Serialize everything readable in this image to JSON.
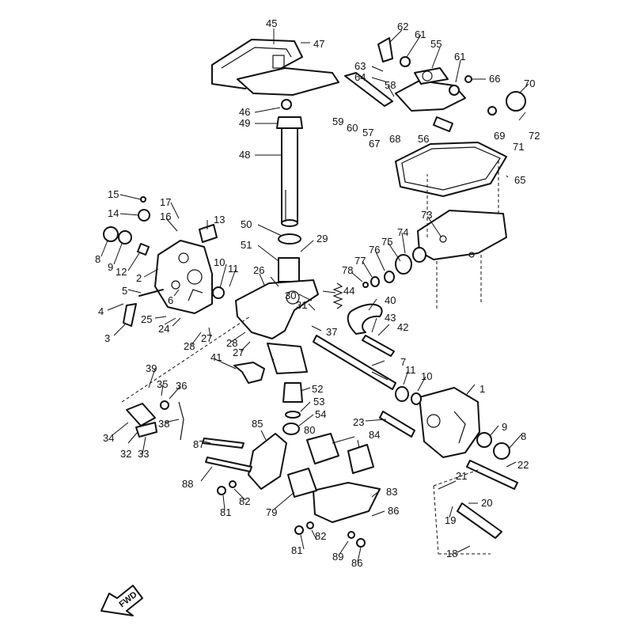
{
  "fwd_label": "FWD",
  "part_numbers": [
    "1",
    "2",
    "3",
    "4",
    "5",
    "6",
    "7",
    "8",
    "8",
    "9",
    "9",
    "10",
    "10",
    "11",
    "11",
    "12",
    "13",
    "14",
    "15",
    "16",
    "17",
    "18",
    "19",
    "20",
    "21",
    "22",
    "23",
    "24",
    "25",
    "26",
    "27",
    "27",
    "28",
    "28",
    "29",
    "30",
    "31",
    "32",
    "33",
    "34",
    "35",
    "36",
    "37",
    "38",
    "39",
    "40",
    "41",
    "42",
    "43",
    "44",
    "45",
    "46",
    "47",
    "48",
    "49",
    "50",
    "51",
    "52",
    "53",
    "54",
    "55",
    "56",
    "57",
    "58",
    "59",
    "60",
    "61",
    "61",
    "62",
    "63",
    "64",
    "65",
    "66",
    "67",
    "68",
    "69",
    "70",
    "71",
    "72",
    "73",
    "74",
    "75",
    "76",
    "77",
    "78",
    "79",
    "80",
    "81",
    "81",
    "82",
    "82",
    "83",
    "84",
    "85",
    "86",
    "86",
    "87",
    "88",
    "89"
  ]
}
